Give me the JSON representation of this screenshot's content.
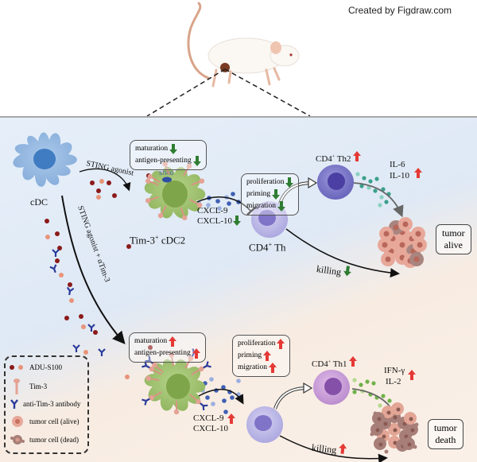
{
  "credit": "Created by Figdraw.com",
  "colors": {
    "down_arrow": "#2e7d32",
    "up_arrow": "#e53935",
    "adu_dark": "#8b1a1a",
    "adu_light": "#e8947a",
    "antibody": "#2b3a9a",
    "cdc_cell": "#8db4e0",
    "cdc2_cell": "#9cbf6a",
    "th_cell": "#b7b3e6",
    "th2_cell": "#7c78c8",
    "th1_cell": "#c9a0dc",
    "chemokine_blue": "#3f5fb5",
    "cytokine_teal": "#3aa08a",
    "cytokine_green": "#6fb24a"
  },
  "top": {
    "cells": {
      "cdc": "cDC",
      "cdc2_prefix": "Tim-3",
      "cdc2_sup": "+",
      "cdc2_suffix": " cDC2",
      "sting_label": "STING",
      "th_prefix": "CD4",
      "th_sup": "+",
      "th_suffix": " Th",
      "th2_prefix": "CD4",
      "th2_sup": "+",
      "th2_suffix": " Th2"
    },
    "pathway_label": "STING agonist",
    "cdc2_status": [
      {
        "label": "maturation",
        "direction": "down"
      },
      {
        "label": "antigen-presenting",
        "direction": "down"
      }
    ],
    "th_status": [
      {
        "label": "proliferation",
        "direction": "down"
      },
      {
        "label": "priming",
        "direction": "down"
      },
      {
        "label": "migration",
        "direction": "down"
      }
    ],
    "chemokines": [
      "CXCL-9",
      "CXCL-10"
    ],
    "chemokine_direction": "down",
    "cytokines": [
      "IL-6",
      "IL-10"
    ],
    "cytokine_direction": "up",
    "th2_direction": "up",
    "killing_label": "killing",
    "killing_direction": "down",
    "outcome": [
      "tumor",
      "alive"
    ]
  },
  "bottom": {
    "cells": {
      "th1_prefix": "CD4",
      "th1_sup": "+",
      "th1_suffix": " Th1"
    },
    "pathway_label": "STING agonist + αTim-3",
    "cdc2_status": [
      {
        "label": "maturation",
        "direction": "up"
      },
      {
        "label": "antigen-presenting",
        "direction": "up"
      }
    ],
    "th_status": [
      {
        "label": "proliferation",
        "direction": "up"
      },
      {
        "label": "priming",
        "direction": "up"
      },
      {
        "label": "migration",
        "direction": "up"
      }
    ],
    "chemokines": [
      "CXCL-9",
      "CXCL-10"
    ],
    "chemokine_direction": "up",
    "cytokines": [
      "IFN-γ",
      "IL-2"
    ],
    "cytokine_direction": "up",
    "th1_direction": "up",
    "killing_label": "killing",
    "killing_direction": "up",
    "outcome": [
      "tumor",
      "death"
    ]
  },
  "legend": [
    {
      "icon": "adu-s100-dots-icon",
      "label": "ADU-S100"
    },
    {
      "icon": "tim-3-receptor-icon",
      "label": "Tim-3"
    },
    {
      "icon": "antibody-icon",
      "label": "anti-Tim-3 antibody"
    },
    {
      "icon": "tumor-cell-alive-icon",
      "label": "tumor cell (alive)"
    },
    {
      "icon": "tumor-cell-dead-icon",
      "label": "tumor cell (dead)"
    }
  ]
}
